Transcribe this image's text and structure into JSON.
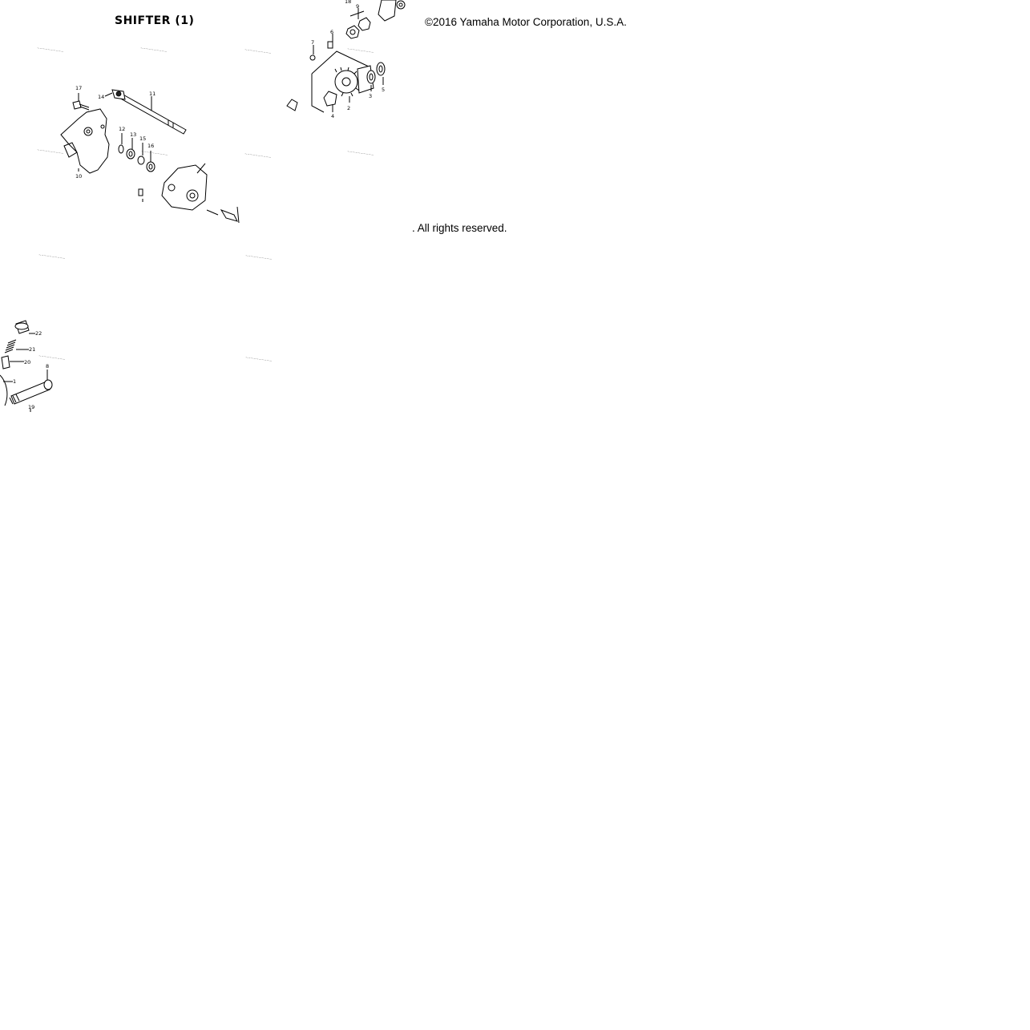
{
  "header": {
    "title": "SHIFTER (1)",
    "copyright": "©2016 Yamaha Motor Corporation, U.S.A.",
    "rights": ". All rights reserved."
  },
  "diagram": {
    "callouts": [
      "1",
      "2",
      "3",
      "4",
      "5",
      "6",
      "7",
      "8",
      "9",
      "10",
      "11",
      "12",
      "13",
      "14",
      "15",
      "16",
      "17",
      "18",
      "19",
      "20",
      "21",
      "22"
    ]
  }
}
